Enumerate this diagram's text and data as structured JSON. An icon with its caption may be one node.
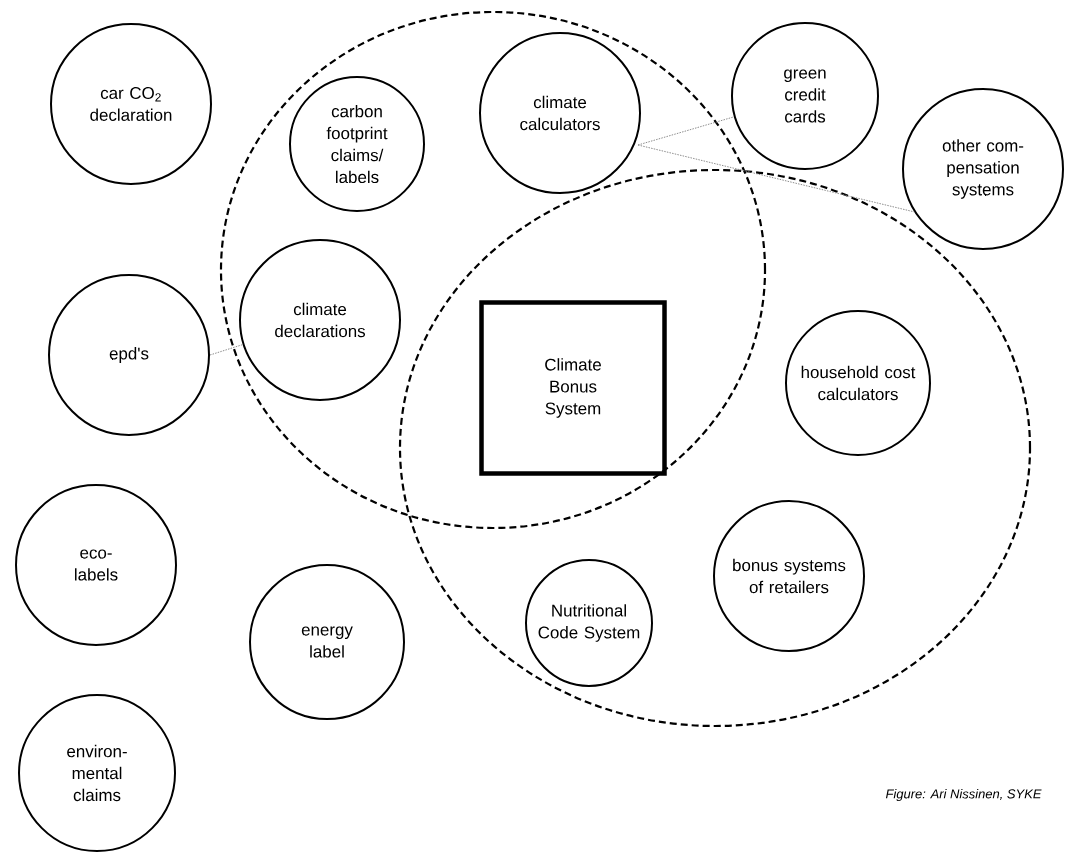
{
  "diagram": {
    "caption": "Figure: Ari Nissinen, SYKE",
    "nodes": [
      {
        "text": [],
        "shape": "ellipse"
      },
      {
        "text": [],
        "shape": "ellipse"
      },
      {
        "text": [
          "car CO$_{2}$ declaration"
        ]
      },
      {
        "text": [
          "carbon footprint claims/ labels"
        ],
        "in": 0
      },
      {
        "text": [
          "climate calculators"
        ],
        "in": 0
      },
      {
        "text": [
          "green credit cards"
        ]
      },
      {
        "text": [
          "other com- pensation systems"
        ]
      },
      {
        "text": [
          "climate declarations"
        ],
        "in": 0
      },
      {
        "text": [
          "epd's"
        ]
      },
      {
        "text": [
          "Climate Bonus System"
        ]
      },
      {
        "text": [
          "household cost calculators"
        ],
        "in": 1
      },
      {
        "text": [
          "eco- labels"
        ]
      },
      {
        "text": [
          "energy label"
        ]
      },
      {
        "text": [
          "bonus systems of retailers"
        ],
        "in": 1
      },
      {
        "text": [
          "Nutritional Code System"
        ],
        "in": 1
      },
      {
        "text": [
          "environ- mental claims"
        ]
      }
    ],
    "edges": [
      {
        "from": 4,
        "to": 5,
        "arrow": "none",
        "style": "dashed",
        "color": "#808080"
      },
      {
        "from": 4,
        "to": 6,
        "arrow": "none",
        "style": "dashed",
        "color": "#808080"
      },
      {
        "from": 8,
        "to": 7,
        "arrow": "none",
        "style": "dashed",
        "color": "#808080"
      }
    ]
  }
}
